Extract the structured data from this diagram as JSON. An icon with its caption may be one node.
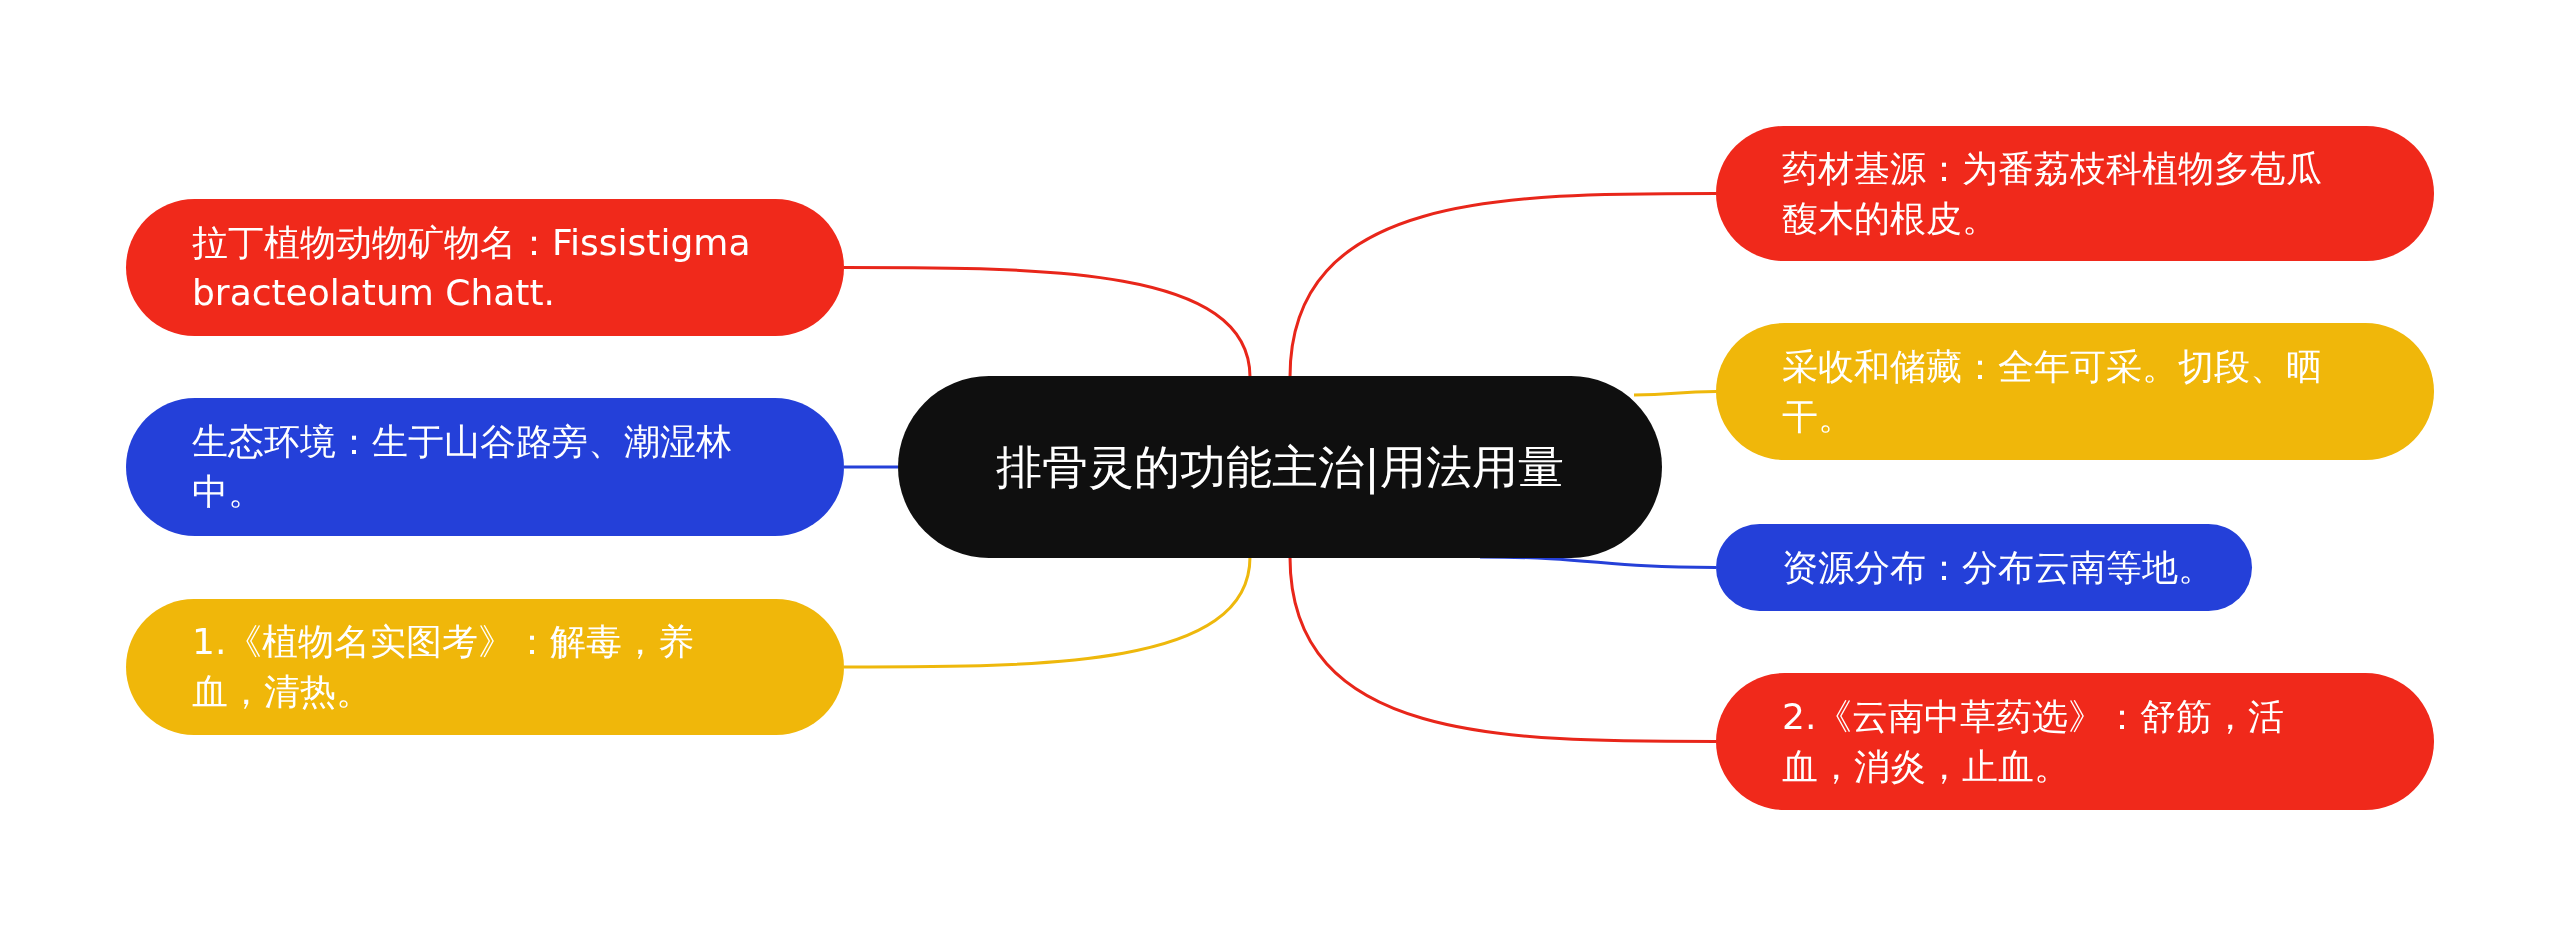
{
  "diagram": {
    "nodes": [
      {
        "text": [
          "排骨灵的功能主治|用法用量"
        ]
      },
      {
        "text": [
          "拉丁植物动物矿物名：Fissistigma bracteolatum Chatt."
        ]
      },
      {
        "text": [
          "生态环境：生于山谷路旁、潮湿林中。"
        ]
      },
      {
        "text": [
          "1.《植物名实图考》：解毒，养血，清热。"
        ]
      },
      {
        "text": [
          "药材基源：为番荔枝科植物多苞瓜馥木的根皮。"
        ]
      },
      {
        "text": [
          "采收和储藏：全年可采。切段、晒干。"
        ]
      },
      {
        "text": [
          "资源分布：分布云南等地。"
        ]
      },
      {
        "text": [
          "2.《云南中草药选》：舒筋，活血，消炎，止血。"
        ]
      }
    ],
    "edges": [
      {
        "from": 0,
        "to": 1,
        "arrow": "none",
        "color": "#e8261a"
      },
      {
        "from": 0,
        "to": 2,
        "arrow": "none",
        "color": "#2540d8"
      },
      {
        "from": 0,
        "to": 3,
        "arrow": "none",
        "color": "#eeb80c"
      },
      {
        "from": 0,
        "to": 4,
        "arrow": "none",
        "color": "#e8261a"
      },
      {
        "from": 0,
        "to": 5,
        "arrow": "none",
        "color": "#eeb80c"
      },
      {
        "from": 0,
        "to": 6,
        "arrow": "none",
        "color": "#2540d8"
      },
      {
        "from": 0,
        "to": 7,
        "arrow": "none",
        "color": "#e8261a"
      }
    ]
  }
}
